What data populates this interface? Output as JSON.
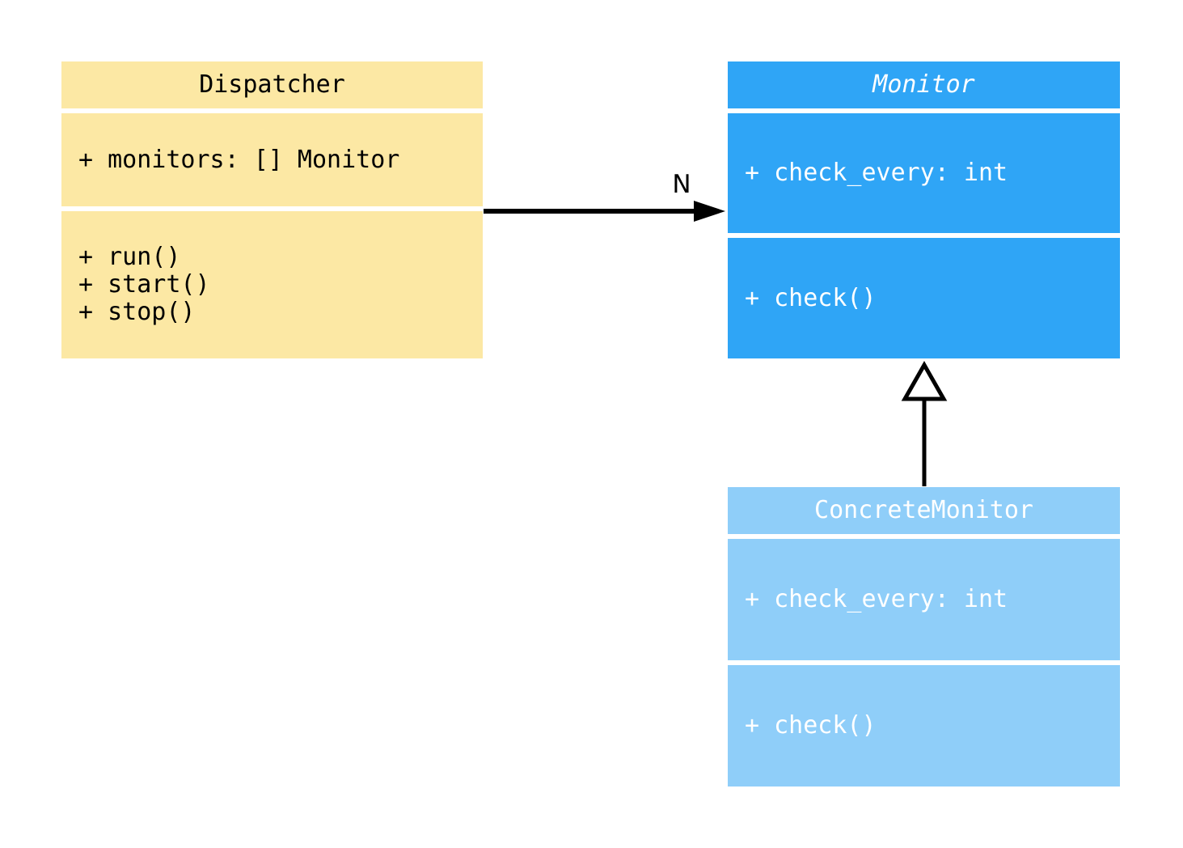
{
  "diagram": {
    "kind": "uml-class-diagram",
    "classes": [
      {
        "name": "Dispatcher",
        "abstract": false,
        "attributes": [
          "+ monitors: [] Monitor"
        ],
        "methods": [
          "+ run()",
          "+ start()",
          "+ stop()"
        ]
      },
      {
        "name": "Monitor",
        "abstract": true,
        "attributes": [
          "+ check_every: int"
        ],
        "methods": [
          "+ check()"
        ]
      },
      {
        "name": "ConcreteMonitor",
        "abstract": false,
        "attributes": [
          "+ check_every: int"
        ],
        "methods": [
          "+ check()"
        ]
      }
    ],
    "relations": [
      {
        "from": "Dispatcher",
        "to": "Monitor",
        "type": "association",
        "label": "N"
      },
      {
        "from": "ConcreteMonitor",
        "to": "Monitor",
        "type": "inheritance",
        "label": ""
      }
    ]
  },
  "colors": {
    "background": "#ffffff",
    "dispatcher_fill": "#FCE8A4",
    "monitor_fill": "#2FA5F6",
    "concrete_monitor_fill": "#8FCEF9",
    "text_dark": "#000000",
    "text_light": "#ffffff",
    "connector": "#000000",
    "section_divider": "#ffffff"
  }
}
